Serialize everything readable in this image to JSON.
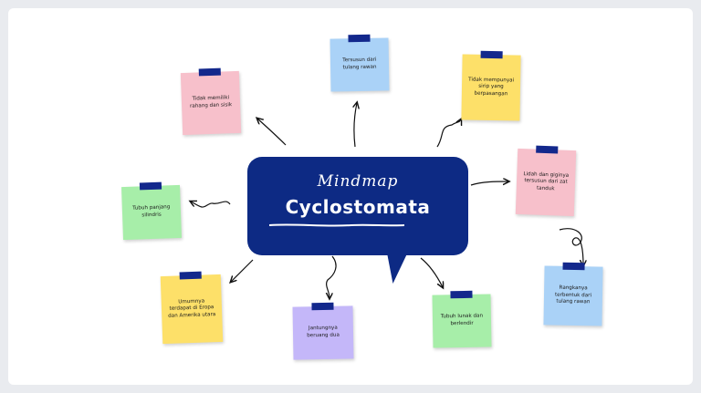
{
  "center": {
    "label": "Mindmap",
    "title": "Cyclostomata"
  },
  "colors": {
    "bubble": "#0d2a84",
    "tape": "#13288c",
    "pink": "#f7c0cb",
    "blue": "#aad2f7",
    "yellow": "#fde069",
    "green": "#a7eea9",
    "purple": "#c4b7f9"
  },
  "notes": [
    {
      "text": "Tersusun dari tulang rawan",
      "color": "#aad2f7"
    },
    {
      "text": "Tidak mempunyai sirip yang berpasangan",
      "color": "#fde069"
    },
    {
      "text": "Tidak memiliki rahang dan sisik",
      "color": "#f7c0cb"
    },
    {
      "text": "Lidah dan giginya tersusun dari zat tanduk",
      "color": "#f7c0cb"
    },
    {
      "text": "Tubuh panjang silindris",
      "color": "#a7eea9"
    },
    {
      "text": "Rangkanya terbentuk dari tulang rawan",
      "color": "#aad2f7"
    },
    {
      "text": "Umumnya terdapat di Eropa dan Amerika utara",
      "color": "#fde069"
    },
    {
      "text": "Jantungnya beruang dua",
      "color": "#c4b7f9"
    },
    {
      "text": "Tubuh lunak dan berlendir",
      "color": "#a7eea9"
    }
  ]
}
